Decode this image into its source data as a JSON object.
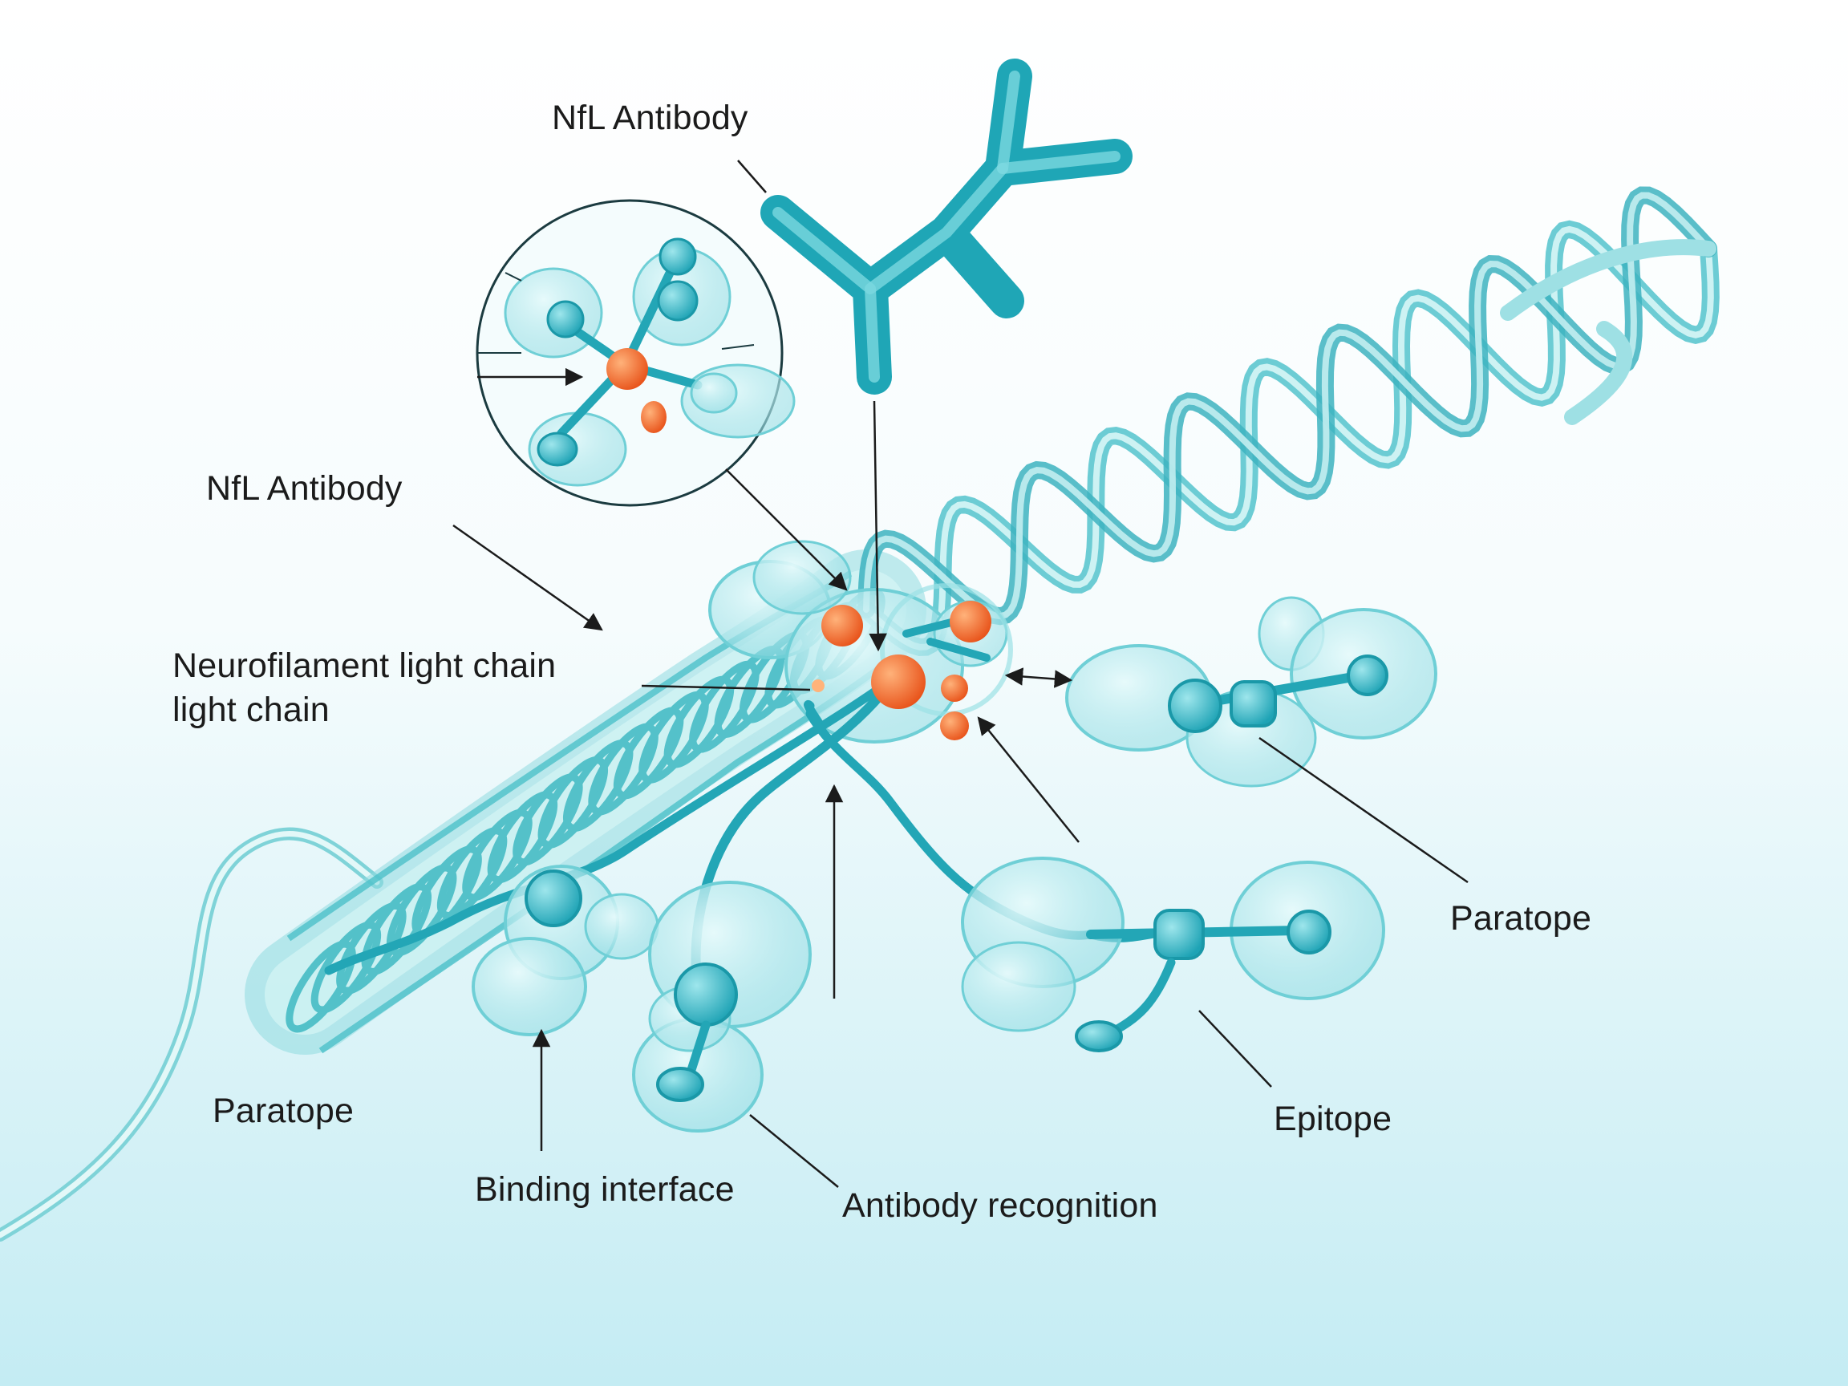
{
  "labels": {
    "nfl_antibody_top": "NfL Antibody",
    "nfl_antibody_left": "NfL Antibody",
    "neurofilament_line1": "Neurofilament light chain",
    "neurofilament_line2": "light chain",
    "paratope_left": "Paratope",
    "paratope_right": "Paratope",
    "binding_interface": "Binding interface",
    "antibody_recognition": "Antibody recognition",
    "epitope": "Epitope"
  },
  "colors": {
    "teal_dark": "#1fa8b8",
    "teal_mid": "#4ec4cf",
    "teal_light": "#b9ecee",
    "orange": "#f0641e",
    "background_tint": "#c4ecf3"
  }
}
